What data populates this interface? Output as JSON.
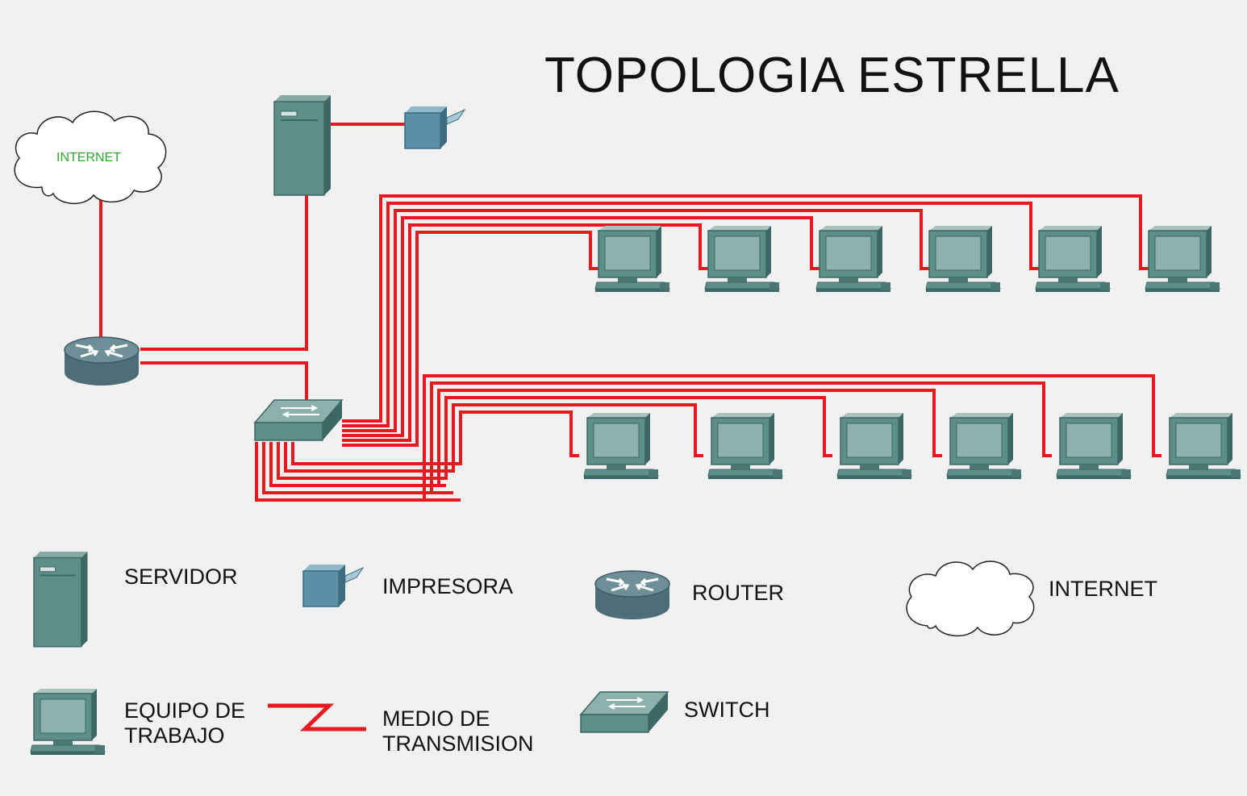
{
  "title": "TOPOLOGIA ESTRELLA",
  "cloud_label": "INTERNET",
  "legend": {
    "servidor": "SERVIDOR",
    "impresora": "IMPRESORA",
    "router": "ROUTER",
    "internet": "INTERNET",
    "equipo_line1": "EQUIPO DE",
    "equipo_line2": "TRABAJO",
    "medio_line1": "MEDIO DE",
    "medio_line2": "TRANSMISION",
    "switch": "SWITCH"
  },
  "colors": {
    "cable": "#e8191f",
    "device": "#5e8e8a",
    "device_dark": "#3d6764",
    "screen": "#8eb3ae",
    "router": "#5e7d86",
    "cloud_text": "#2fa52f",
    "background": "#f1f1f1"
  },
  "icons": {
    "server": "server-icon",
    "printer": "printer-icon",
    "router": "router-icon",
    "cloud": "cloud-icon",
    "workstation": "workstation-icon",
    "switch": "switch-icon",
    "cable": "cable-icon"
  }
}
